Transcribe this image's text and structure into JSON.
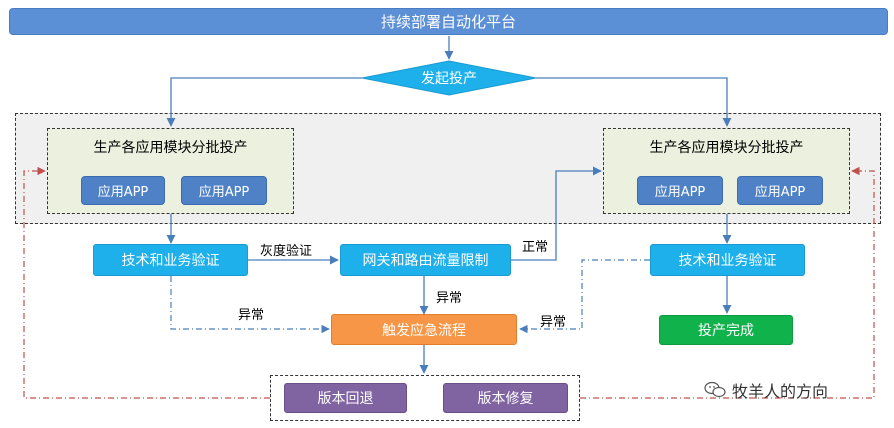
{
  "header": {
    "title": "持续部署自动化平台"
  },
  "decision": {
    "label": "发起投产"
  },
  "left_module": {
    "title": "生产各应用模块分批投产",
    "apps": [
      "应用APP",
      "应用APP"
    ]
  },
  "right_module": {
    "title": "生产各应用模块分批投产",
    "apps": [
      "应用APP",
      "应用APP"
    ]
  },
  "nodes": {
    "verify_left": "技术和业务验证",
    "gateway": "网关和路由流量限制",
    "verify_right": "技术和业务验证",
    "emergency": "触发应急流程",
    "complete": "投产完成",
    "rollback": "版本回退",
    "fix": "版本修复"
  },
  "edges": {
    "gray_verify": "灰度验证",
    "normal": "正常",
    "abnormal_left": "异常",
    "abnormal_mid": "异常",
    "abnormal_right": "异常"
  },
  "watermark": {
    "text": "牧羊人的方向"
  },
  "colors": {
    "header": "#5b8fd6",
    "app": "#4f81c7",
    "cyan": "#1eb0ea",
    "orange": "#f79646",
    "green": "#10b24b",
    "purple": "#8064a2",
    "module_bg": "#ebf1de",
    "band_bg": "#f0f0f0",
    "arrow_blue": "#4a7ebb",
    "arrow_red": "#c0504d"
  }
}
